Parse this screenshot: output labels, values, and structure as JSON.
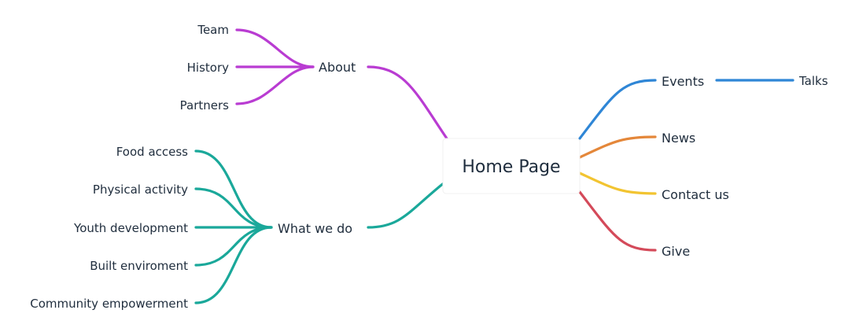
{
  "diagram": {
    "root": {
      "label": "Home Page"
    },
    "branches": {
      "about": {
        "label": "About",
        "color": "#b93cd2",
        "children": [
          "Team",
          "History",
          "Partners"
        ]
      },
      "what_we_do": {
        "label": "What we do",
        "color": "#1aa89a",
        "children": [
          "Food access",
          "Physical activity",
          "Youth development",
          "Built enviroment",
          "Community empowerment"
        ]
      },
      "events": {
        "label": "Events",
        "color": "#2f86d6",
        "children": [
          "Talks"
        ]
      },
      "news": {
        "label": "News",
        "color": "#e4873a",
        "children": []
      },
      "contact": {
        "label": "Contact us",
        "color": "#f2c431",
        "children": []
      },
      "give": {
        "label": "Give",
        "color": "#d44a5a",
        "children": []
      }
    }
  }
}
